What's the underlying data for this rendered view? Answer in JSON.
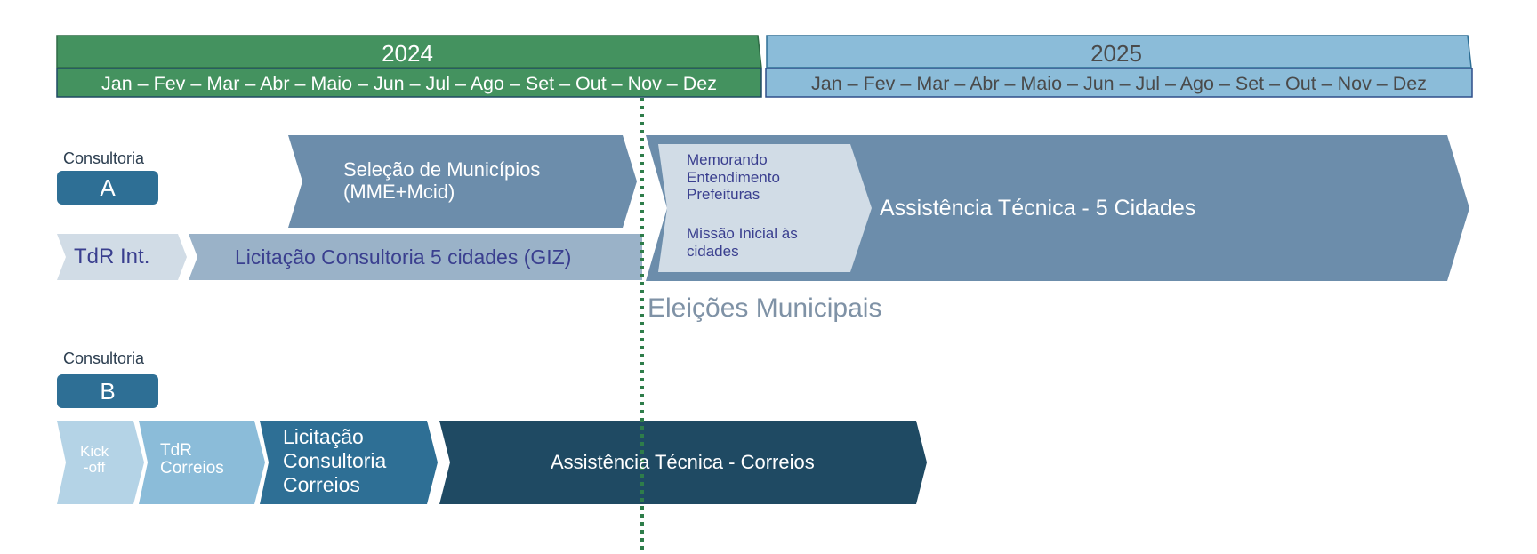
{
  "years": [
    {
      "label": "2024",
      "months": "Jan – Fev – Mar – Abr – Maio – Jun – Jul – Ago – Set – Out – Nov – Dez",
      "color": "#44925f",
      "text_color": "#ffffff"
    },
    {
      "label": "2025",
      "months": "Jan – Fev – Mar – Abr – Maio – Jun – Jul – Ago – Set – Out – Nov – Dez",
      "color": "#8bbcd9",
      "text_color": "#4a4a4a"
    }
  ],
  "consultoria_a": {
    "caption": "Consultoria",
    "badge": "A",
    "selecao_line1": "Seleção de Municípios",
    "selecao_line2": "(MME+Mcid)",
    "tdr": "TdR Int.",
    "licitacao": "Licitação Consultoria 5 cidades (GIZ)",
    "memorando_line1": "Memorando",
    "memorando_line2": "Entendimento",
    "memorando_line3": "Prefeituras",
    "missao_line1": "Missão Inicial às",
    "missao_line2": "cidades",
    "assistencia": "Assistência Técnica - 5 Cidades"
  },
  "eleicoes": "Eleições Municipais",
  "consultoria_b": {
    "caption": "Consultoria",
    "badge": "B",
    "kickoff_line1": "Kick",
    "kickoff_line2": "-off",
    "tdr_line1": "TdR",
    "tdr_line2": "Correios",
    "licitacao_line1": "Licitação",
    "licitacao_line2": "Consultoria",
    "licitacao_line3": "Correios",
    "assistencia": "Assistência Técnica - Correios"
  },
  "colors": {
    "steel_blue": "#6c8dab",
    "light_steel": "#9ab2c8",
    "pale": "#d1dce6",
    "badge": "#2e6f95",
    "navy": "#1f4a63",
    "mid_blue": "#2e6f95",
    "sky": "#8bbcd9",
    "pale_sky": "#b4d3e6",
    "marker_green": "#2e7d4a",
    "text_navy": "#3a3f8f"
  }
}
